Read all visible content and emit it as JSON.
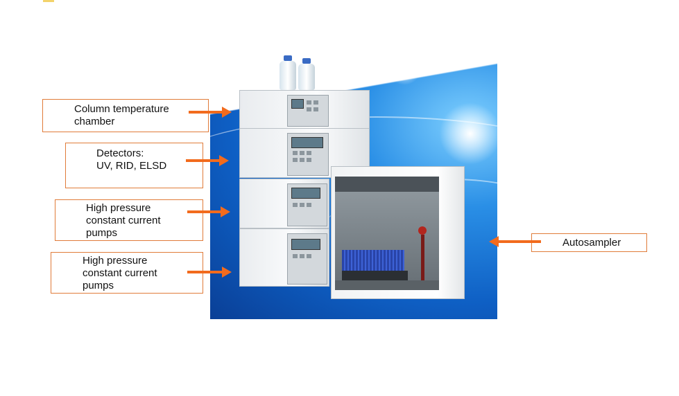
{
  "labels": {
    "column_chamber": {
      "line1": "Column temperature",
      "line2": "chamber"
    },
    "detectors": {
      "line1": "Detectors:",
      "line2": "UV, RID, ELSD"
    },
    "pump_1": {
      "line1": "High pressure",
      "line2": "constant current",
      "line3": "pumps"
    },
    "pump_2": {
      "line1": "High pressure",
      "line2": "constant current",
      "line3": "pumps"
    },
    "autosampler": {
      "line1": "Autosampler"
    }
  },
  "colors": {
    "accent": "#f26b1d",
    "border": "#e07b39",
    "background_blue": "#0e5fc4"
  }
}
